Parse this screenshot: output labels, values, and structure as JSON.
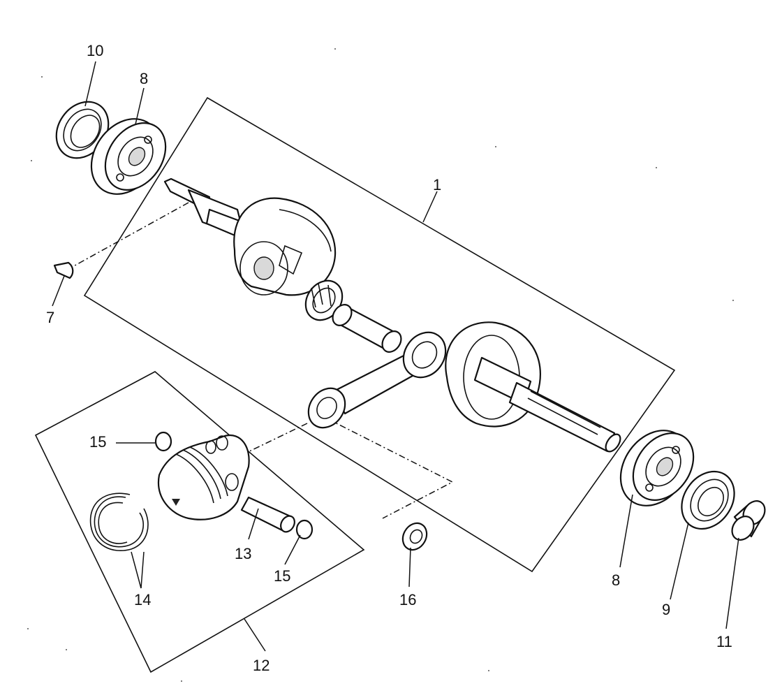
{
  "callouts": {
    "c1": "1",
    "c7": "7",
    "c8a": "8",
    "c8b": "8",
    "c9": "9",
    "c10": "10",
    "c11": "11",
    "c12": "12",
    "c13": "13",
    "c14": "14",
    "c15a": "15",
    "c15b": "15",
    "c16": "16"
  },
  "colors": {
    "line": "#111111",
    "background": "#ffffff",
    "shading": "#d9d9d9"
  }
}
